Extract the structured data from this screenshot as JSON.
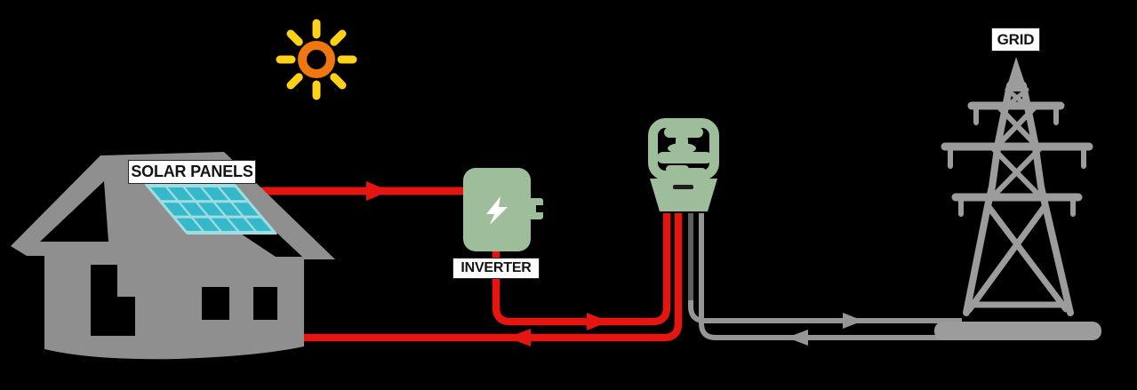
{
  "scene": {
    "description": "Residential solar power energy flow diagram: sun shines on rooftop solar panels; power flows to an inverter, then to an electric meter; the meter exchanges power with the utility grid tower and feeds the house."
  },
  "labels": {
    "solar_panels": "SOLAR PANELS",
    "inverter": "INVERTER",
    "grid": "GRID"
  },
  "nodes": [
    {
      "id": "sun",
      "icon": "sun-icon"
    },
    {
      "id": "house",
      "icon": "house-icon"
    },
    {
      "id": "solar-panels",
      "icon": "solar-panel-icon",
      "label": "SOLAR PANELS"
    },
    {
      "id": "inverter",
      "icon": "inverter-icon",
      "label": "INVERTER"
    },
    {
      "id": "electric-meter",
      "icon": "electric-meter-icon"
    },
    {
      "id": "grid",
      "icon": "transmission-tower-icon",
      "label": "GRID"
    }
  ],
  "flows": [
    {
      "from": "solar-panels",
      "to": "inverter",
      "wire": "red",
      "direction": "right"
    },
    {
      "from": "inverter",
      "to": "electric-meter",
      "wire": "red",
      "direction": "right"
    },
    {
      "from": "electric-meter",
      "to": "house",
      "wire": "red",
      "direction": "left"
    },
    {
      "from": "electric-meter",
      "to": "grid",
      "wire": "gray",
      "direction": "right"
    },
    {
      "from": "grid",
      "to": "electric-meter",
      "wire": "gray",
      "direction": "left"
    }
  ],
  "colors": {
    "background": "#000000",
    "label_bg": "#ffffff",
    "label_text": "#141414",
    "label_border": "#2a2a2a",
    "wire_red": "#e51512",
    "wire_gray": "#969696",
    "wire_gray_dark": "#5e5e5e",
    "house_gray": "#8f8f8f",
    "tower_gray": "#9c9c9c",
    "device_green": "#9ebd9b",
    "panel_frame": "#9fdde1",
    "panel_cell": "#35b8c9",
    "sun_orange": "#f0770e",
    "sun_yellow": "#ffd117",
    "slot_dark": "#1e1e1e"
  }
}
